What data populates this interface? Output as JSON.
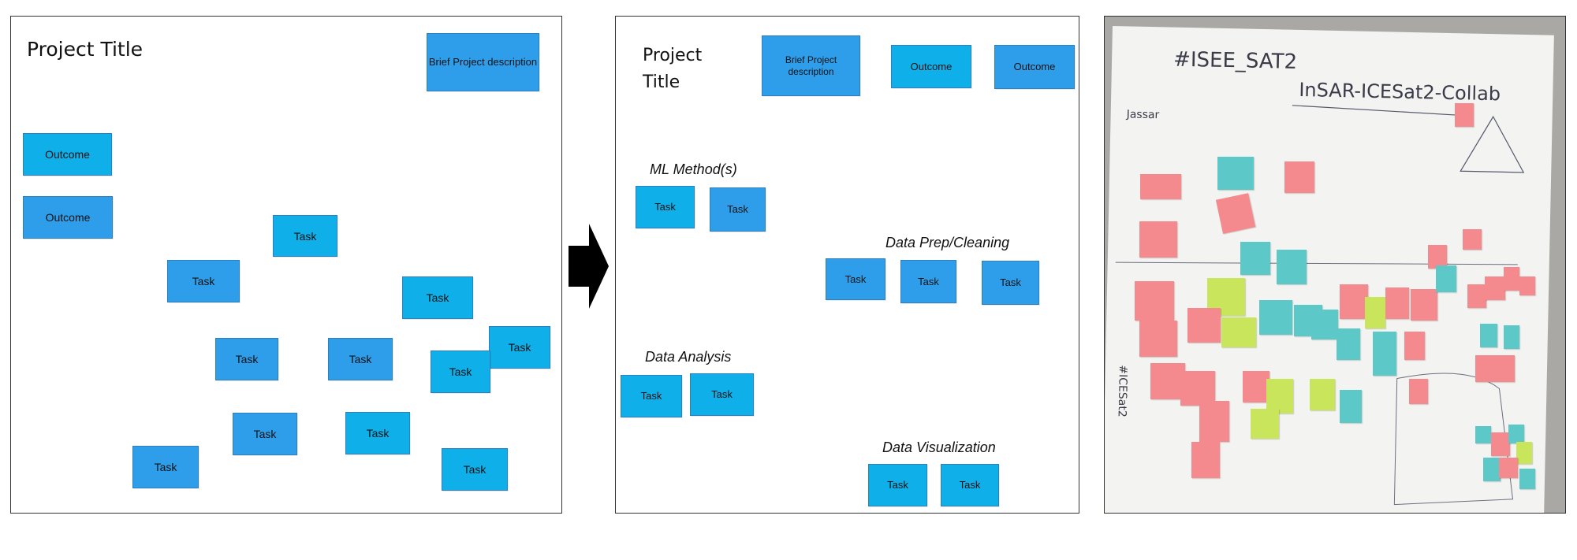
{
  "left_panel": {
    "title": "Project Title",
    "description": "Brief Project description",
    "outcomes": [
      "Outcome",
      "Outcome"
    ],
    "tasks": [
      "Task",
      "Task",
      "Task",
      "Task",
      "Task",
      "Task",
      "Task",
      "Task",
      "Task",
      "Task",
      "Task"
    ]
  },
  "middle_panel": {
    "title": "Project Title",
    "description": "Brief Project description",
    "outcomes": [
      "Outcome",
      "Outcome"
    ],
    "groups": [
      {
        "heading": "ML Method(s)",
        "tasks": [
          "Task",
          "Task"
        ]
      },
      {
        "heading": "Data Prep/Cleaning",
        "tasks": [
          "Task",
          "Task",
          "Task"
        ]
      },
      {
        "heading": "Data Analysis",
        "tasks": [
          "Task",
          "Task"
        ]
      },
      {
        "heading": "Data Visualization",
        "tasks": [
          "Task",
          "Task"
        ]
      }
    ]
  },
  "arrow_icon": "right-arrow-icon",
  "photo": {
    "hashtag": "#ISEE_SAT2",
    "wall_title": "InSAR-ICESat2-Collab",
    "margin_note": "Jassar",
    "side_label": "#ICESat2",
    "sticky_note_colors": {
      "pink": "#f48a8d",
      "teal": "#5cc8c8",
      "green": "#c9e55b"
    }
  },
  "colors": {
    "note_dark": "#2f9eea",
    "note_light": "#0fb0ea",
    "border": "#333333"
  }
}
